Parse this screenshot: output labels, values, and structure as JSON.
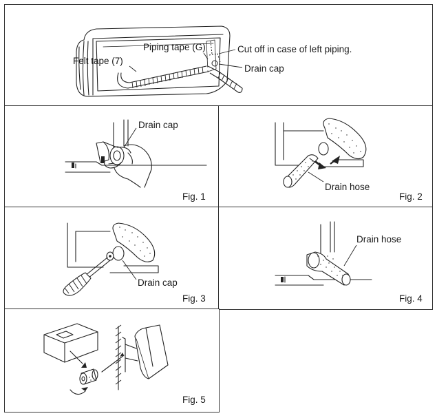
{
  "top": {
    "piping_tape": "Piping tape (G)",
    "cut_off": "Cut off in case of left piping.",
    "felt_tape": "Felt tape (7)",
    "drain_cap": "Drain cap"
  },
  "fig1": {
    "caption": "Fig. 1",
    "label": "Drain cap"
  },
  "fig2": {
    "caption": "Fig. 2",
    "label": "Drain hose"
  },
  "fig3": {
    "caption": "Fig. 3",
    "label": "Drain cap"
  },
  "fig4": {
    "caption": "Fig. 4",
    "label": "Drain hose"
  },
  "fig5": {
    "caption": "Fig. 5"
  }
}
